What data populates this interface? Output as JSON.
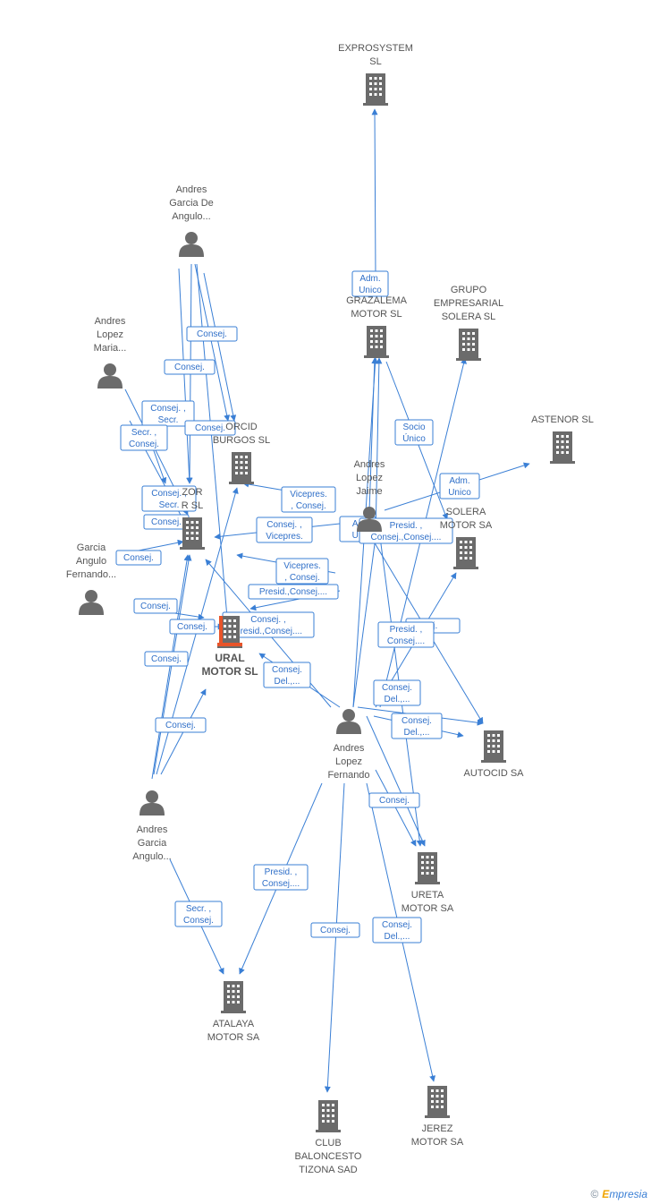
{
  "colors": {
    "edge": "#3a7fd5",
    "node": "#666666",
    "focus": "#e8542a",
    "label": "#555555"
  },
  "brand": {
    "copyright": "©",
    "initial": "E",
    "rest": "mpresia"
  },
  "nodes": [
    {
      "id": "exprosystem",
      "type": "company",
      "label": [
        "EXPROSYSTEM",
        "SL"
      ]
    },
    {
      "id": "andres_garcia_de",
      "type": "person",
      "label": [
        "Andres",
        "Garcia De",
        "Angulo..."
      ]
    },
    {
      "id": "grazalema",
      "type": "company",
      "label": [
        "GRAZALEMA",
        "MOTOR  SL"
      ]
    },
    {
      "id": "grupo_solera",
      "type": "company",
      "label": [
        "GRUPO",
        "EMPRESARIAL",
        "SOLERA  SL"
      ]
    },
    {
      "id": "andres_lopez_maria",
      "type": "person",
      "label": [
        "Andres",
        "Lopez",
        "Maria..."
      ]
    },
    {
      "id": "astenor",
      "type": "company",
      "label": [
        "ASTENOR SL"
      ]
    },
    {
      "id": "orcid_burgos",
      "type": "company",
      "label": [
        "ORCID",
        "BURGOS SL"
      ]
    },
    {
      "id": "andres_lopez_jaime",
      "type": "person",
      "label": [
        "Andres",
        "Lopez",
        "Jaime"
      ]
    },
    {
      "id": "zor_sl",
      "type": "company",
      "label": [
        "ZOR",
        "R SL"
      ]
    },
    {
      "id": "solera_motor",
      "type": "company",
      "label": [
        "SOLERA",
        "MOTOR SA"
      ]
    },
    {
      "id": "garcia_angulo_fernando",
      "type": "person",
      "label": [
        "Garcia",
        "Angulo",
        "Fernando..."
      ]
    },
    {
      "id": "ural_motor",
      "type": "focus",
      "label": [
        "URAL",
        "MOTOR SL"
      ]
    },
    {
      "id": "andres_lopez_fernando",
      "type": "person",
      "label": [
        "Andres",
        "Lopez",
        "Fernando"
      ]
    },
    {
      "id": "autocid",
      "type": "company",
      "label": [
        "AUTOCID SA"
      ]
    },
    {
      "id": "andres_garcia_angulo",
      "type": "person",
      "label": [
        "Andres",
        "Garcia",
        "Angulo..."
      ]
    },
    {
      "id": "ureta",
      "type": "company",
      "label": [
        "URETA",
        "MOTOR SA"
      ]
    },
    {
      "id": "atalaya",
      "type": "company",
      "label": [
        "ATALAYA",
        "MOTOR SA"
      ]
    },
    {
      "id": "club_baloncesto",
      "type": "company",
      "label": [
        "CLUB",
        "BALONCESTO",
        "TIZONA SAD"
      ]
    },
    {
      "id": "jerez",
      "type": "company",
      "label": [
        "JEREZ",
        "MOTOR SA"
      ]
    }
  ],
  "edges": [
    {
      "label": [
        "Adm.",
        "Unico"
      ]
    },
    {
      "label": [
        "Consej."
      ]
    },
    {
      "label": [
        "Consej."
      ]
    },
    {
      "label": [
        "Consej. ,",
        "Secr."
      ]
    },
    {
      "label": [
        "Consej."
      ]
    },
    {
      "label": [
        "Secr. ,",
        "Consej."
      ]
    },
    {
      "label": [
        "Socio",
        "Único"
      ]
    },
    {
      "label": [
        "Adm.",
        "Unico"
      ]
    },
    {
      "label": [
        "Vicepres.",
        ", Consej."
      ]
    },
    {
      "label": [
        "Consej. ,",
        "Secr."
      ]
    },
    {
      "label": [
        "Consej."
      ]
    },
    {
      "label": [
        "Consej. ,",
        "Vicepres."
      ]
    },
    {
      "label": [
        "Ad",
        "Un"
      ]
    },
    {
      "label": [
        "Presid. ,",
        "Consej.,Consej...."
      ]
    },
    {
      "label": [
        "Consej."
      ]
    },
    {
      "label": [
        "Vicepres.",
        ", Consej."
      ]
    },
    {
      "label": [
        "Presid.,Consej...."
      ]
    },
    {
      "label": [
        "Consej."
      ]
    },
    {
      "label": [
        "Consej. ,",
        "Presid.,Consej...."
      ]
    },
    {
      "label": [
        "Consej."
      ]
    },
    {
      "label": [
        "ej."
      ]
    },
    {
      "label": [
        "Presid. ,",
        "Consej...."
      ]
    },
    {
      "label": [
        "Consej."
      ]
    },
    {
      "label": [
        "Consej.",
        "Del.,..."
      ]
    },
    {
      "label": [
        "Consej.",
        "Del.,..."
      ]
    },
    {
      "label": [
        "Consej."
      ]
    },
    {
      "label": [
        "Consej.",
        "Del.,..."
      ]
    },
    {
      "label": [
        "Consej."
      ]
    },
    {
      "label": [
        "Presid. ,",
        "Consej...."
      ]
    },
    {
      "label": [
        "Secr. ,",
        "Consej."
      ]
    },
    {
      "label": [
        "Consej."
      ]
    },
    {
      "label": [
        "Consej.",
        "Del.,..."
      ]
    }
  ]
}
